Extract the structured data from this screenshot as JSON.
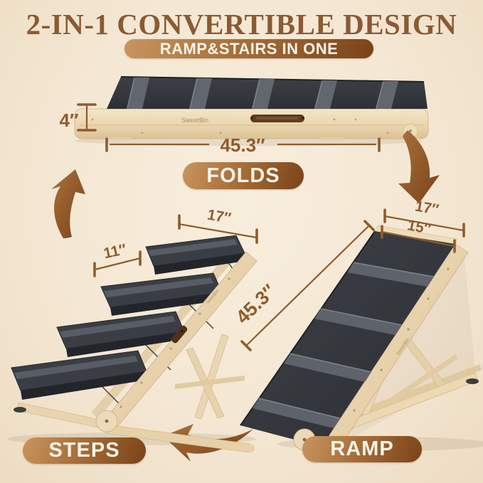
{
  "title": "2-IN-1 CONVERTIBLE DESIGN",
  "subtitle": "RAMP&STAIRS IN ONE",
  "badges": {
    "folds": "FOLDS",
    "steps": "STEPS",
    "ramp": "RAMP"
  },
  "brand": "SweetBin",
  "folded": {
    "height": "4″",
    "length": "45.3″"
  },
  "steps": {
    "width": "17″",
    "depth": "11″"
  },
  "ramp": {
    "outer_width": "17″",
    "tread_width": "15″",
    "length": "45.3″"
  },
  "colors": {
    "background": "#f3e6d2",
    "accent_brown": "#8f5c2e",
    "badge_gradient_start": "#c9955f",
    "badge_gradient_end": "#7a4317",
    "wood": "#ecd9b6",
    "carpet": "#34373c"
  }
}
